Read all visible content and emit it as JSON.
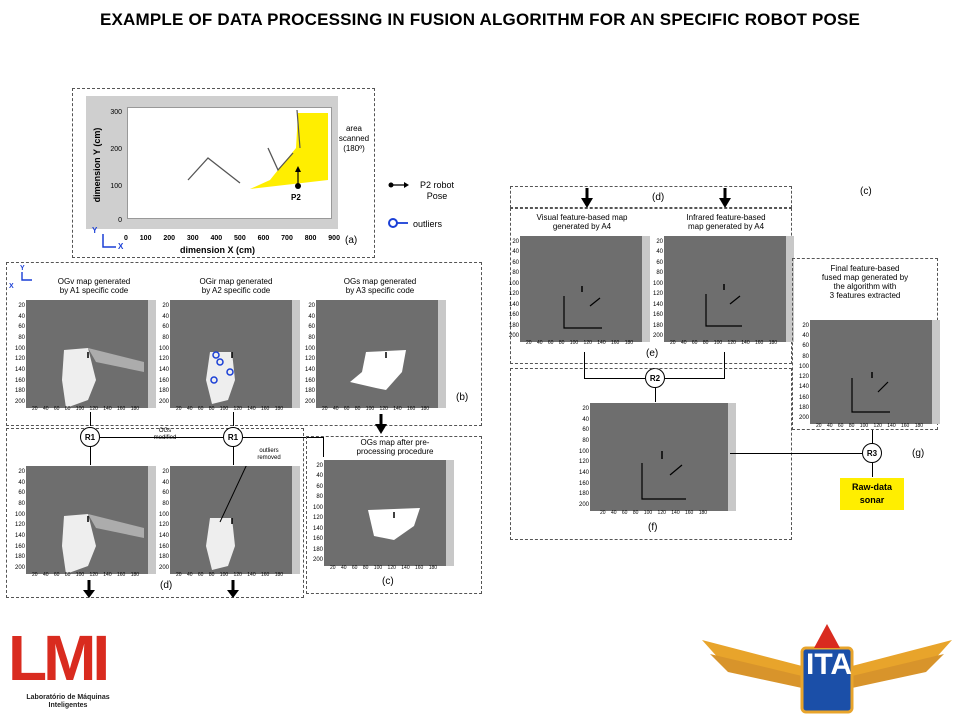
{
  "title": "EXAMPLE OF DATA PROCESSING IN FUSION ALGORITHM FOR AN SPECIFIC ROBOT POSE",
  "top_plot": {
    "ylabel": "dimension Y (cm)",
    "xlabel": "dimension X (cm)",
    "yticks": [
      "300",
      "200",
      "100",
      "0"
    ],
    "xticks": [
      "0",
      "100",
      "200",
      "300",
      "400",
      "500",
      "600",
      "700",
      "800",
      "900"
    ],
    "area_label": "area\nscanned\n(180º)",
    "robot_label": "P2",
    "panel_label": "(a)",
    "axis_y": "Y",
    "axis_x": "X"
  },
  "legend": {
    "robot": "P2 robot\nPose",
    "outliers": "outliers"
  },
  "maps": {
    "yticks": [
      "20",
      "40",
      "60",
      "80",
      "100",
      "120",
      "140",
      "160",
      "180",
      "200"
    ],
    "xticks": "20 40 60 80 100 120 140 160 180"
  },
  "panel_b": {
    "cap1": "OGv map  generated\nby A1 specific code",
    "cap2": "OGir map  generated\nby A2 specific code",
    "cap3": "OGs map  generated\nby A3 specific code",
    "label": "(b)"
  },
  "panel_d_left": {
    "r1": "R1",
    "ogs_modified": "OGs\nmodified",
    "outliers_removed": "outliers\nremoved",
    "label": "(d)"
  },
  "panel_c_left": {
    "cap": "OGs map  after pre-\nprocessing procedure",
    "label": "(c)"
  },
  "right": {
    "d_label": "(d)",
    "c_label": "(c)",
    "cap_visual": "Visual feature-based map\ngenerated by A4",
    "cap_infrared": "Infrared feature-based\nmap  generated by A4",
    "e_label": "(e)",
    "r2": "R2",
    "f_label": "(f)",
    "cap_final": "Final  feature-based\nfused map  generated by\nthe algorithm with\n3 features extracted",
    "r3": "R3",
    "g_label": "(g)",
    "sonar": "Raw-data\nsonar"
  },
  "logos": {
    "lmi_big": "LMI",
    "lmi_small": "Laboratório de Máquinas\nInteligentes",
    "ita": "ITA"
  },
  "colors": {
    "yellow": "#ffee00",
    "map_gray": "#6e6e6e",
    "outlier_blue": "#1a3fd6",
    "logo_red": "#d92b1f",
    "ita_blue": "#1b4fa8",
    "ita_gold": "#e8a42b"
  }
}
